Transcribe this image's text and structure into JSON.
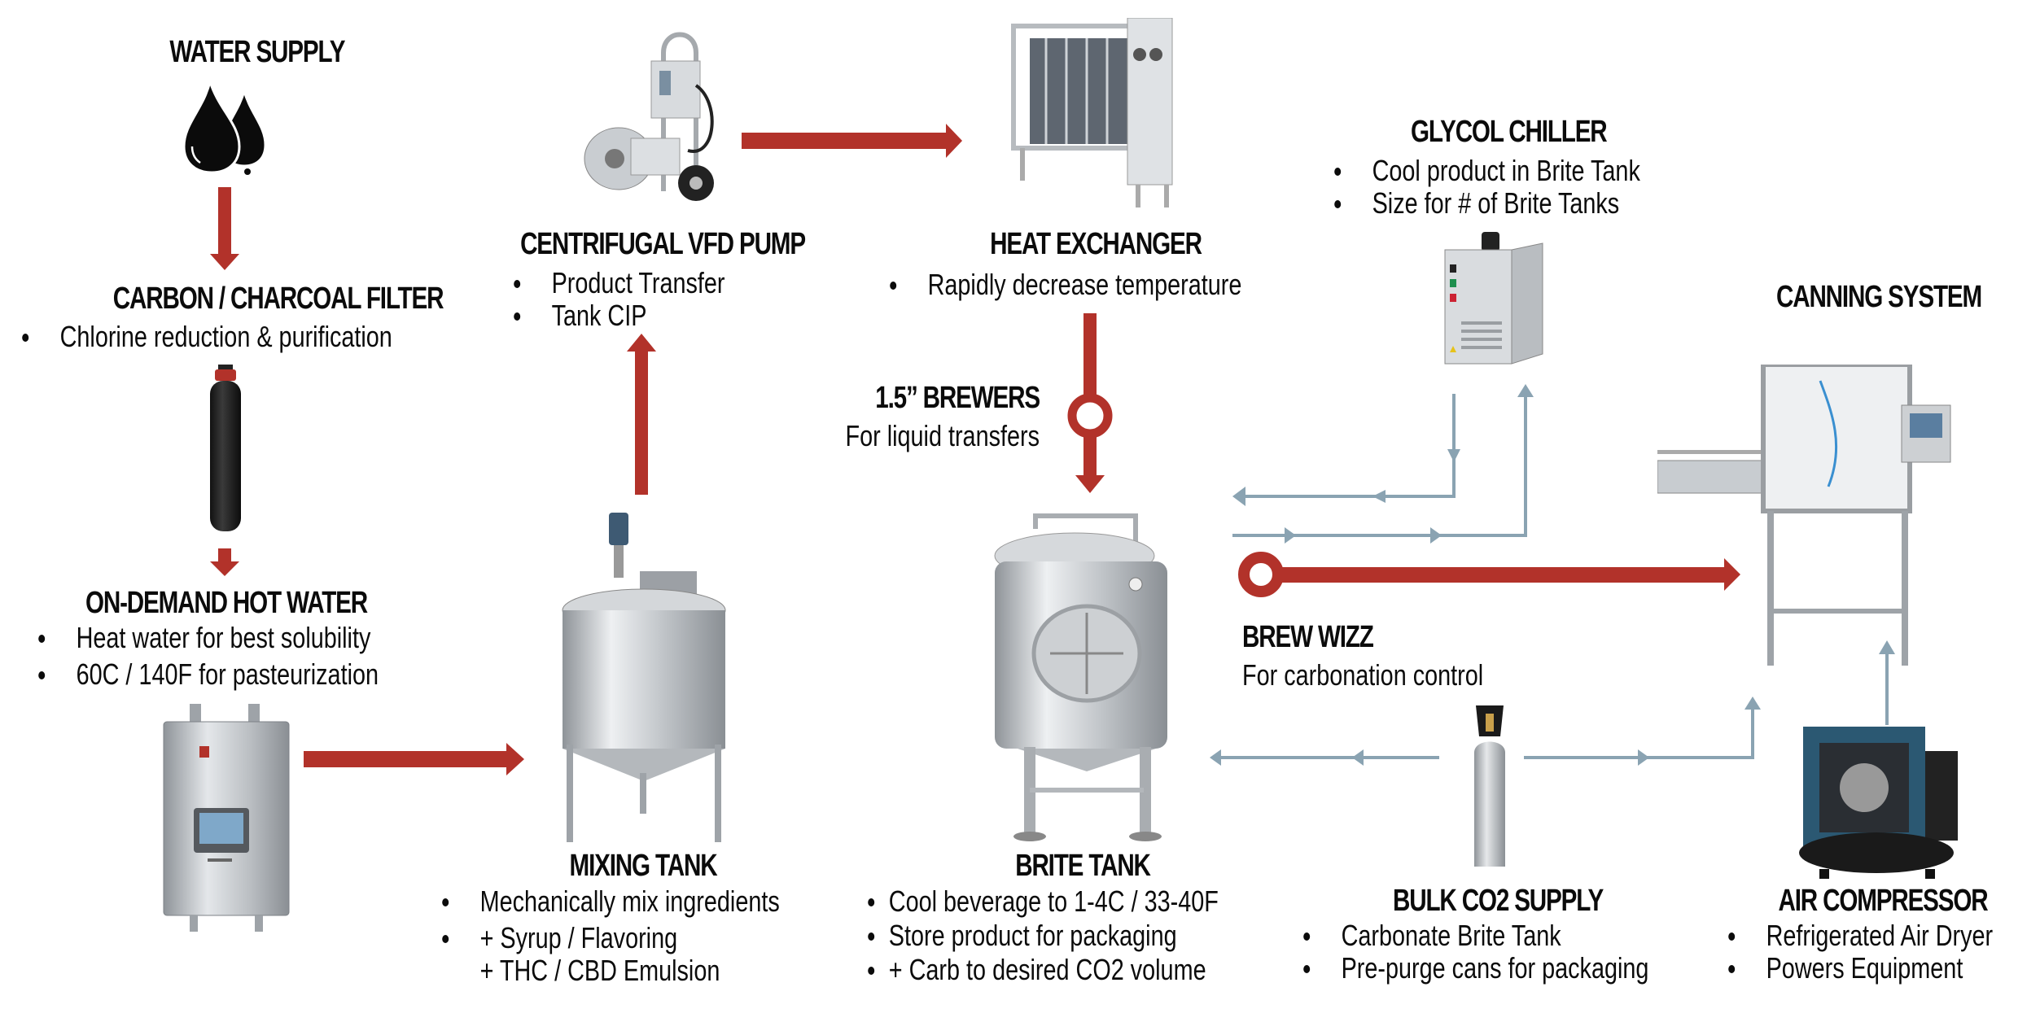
{
  "colors": {
    "flow_red": "#b2322a",
    "line_blue": "#8aa3b2",
    "text": "#0b0b0b",
    "steel": "#c8ccd0"
  },
  "nodes": {
    "water_supply": {
      "title": "WATER SUPPLY",
      "icon": "water-drops-icon"
    },
    "carbon_filter": {
      "title": "CARBON / CHARCOAL FILTER",
      "bullets": [
        "Chlorine reduction & purification"
      ]
    },
    "hot_water": {
      "title": "ON-DEMAND HOT WATER",
      "bullets": [
        "Heat water for best solubility",
        "60C / 140F for pasteurization"
      ]
    },
    "mixing_tank": {
      "title": "MIXING TANK",
      "bullets": [
        "Mechanically mix ingredients",
        "+ Syrup / Flavoring"
      ],
      "continuation": "+ THC / CBD Emulsion"
    },
    "pump": {
      "title": "CENTRIFUGAL VFD PUMP",
      "bullets": [
        "Product Transfer",
        "Tank CIP"
      ]
    },
    "heat_exchanger": {
      "title": "HEAT EXCHANGER",
      "bullets": [
        "Rapidly decrease temperature"
      ]
    },
    "brewers_valve": {
      "title": "1.5” BREWERS",
      "subtitle": "For liquid transfers"
    },
    "brite_tank": {
      "title": "BRITE TANK",
      "bullets": [
        "Cool beverage to 1-4C / 33-40F",
        "Store product for packaging",
        "+ Carb to desired CO2 volume"
      ]
    },
    "glycol_chiller": {
      "title": "GLYCOL CHILLER",
      "bullets": [
        "Cool product in Brite Tank",
        "Size for # of Brite Tanks"
      ]
    },
    "brew_wizz": {
      "title": "BREW WIZZ",
      "subtitle": "For carbonation control"
    },
    "co2_supply": {
      "title": "BULK CO2 SUPPLY",
      "bullets": [
        "Carbonate Brite Tank",
        "Pre-purge cans for packaging"
      ]
    },
    "canning_system": {
      "title": "CANNING SYSTEM"
    },
    "air_compressor": {
      "title": "AIR COMPRESSOR",
      "bullets": [
        "Refrigerated Air Dryer",
        "Powers Equipment"
      ]
    }
  },
  "flows": [
    {
      "from": "water_supply",
      "to": "carbon_filter",
      "type": "product"
    },
    {
      "from": "carbon_filter",
      "to": "hot_water",
      "type": "product"
    },
    {
      "from": "hot_water",
      "to": "mixing_tank",
      "type": "product"
    },
    {
      "from": "mixing_tank",
      "to": "pump",
      "type": "product"
    },
    {
      "from": "pump",
      "to": "heat_exchanger",
      "type": "product"
    },
    {
      "from": "heat_exchanger",
      "to": "brite_tank",
      "type": "product",
      "via": "brewers_valve"
    },
    {
      "from": "brite_tank",
      "to": "canning_system",
      "type": "product",
      "via": "brew_wizz"
    },
    {
      "from": "glycol_chiller",
      "to": "brite_tank",
      "type": "utility"
    },
    {
      "from": "brite_tank",
      "to": "glycol_chiller",
      "type": "utility"
    },
    {
      "from": "co2_supply",
      "to": "brite_tank",
      "type": "utility"
    },
    {
      "from": "co2_supply",
      "to": "canning_system",
      "type": "utility"
    },
    {
      "from": "air_compressor",
      "to": "canning_system",
      "type": "utility"
    }
  ]
}
